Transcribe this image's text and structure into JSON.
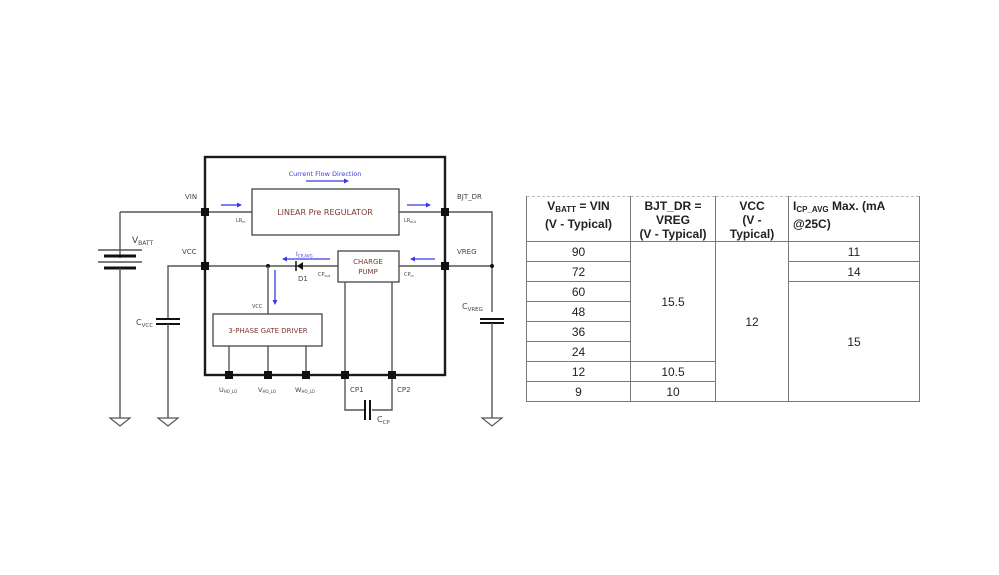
{
  "diagram": {
    "title_annotation": "Current Flow Direction",
    "blocks": {
      "linear_pre_regulator": "LINEAR Pre REGULATOR",
      "charge_pump": [
        "CHARGE",
        "PUMP"
      ],
      "gate_driver": "3-PHASE GATE DRIVER"
    },
    "pins": {
      "vin": "VIN",
      "vcc": "VCC",
      "bjt_dr": "BJT_DR",
      "vreg": "VREG",
      "cp1": "CP1",
      "cp2": "CP2",
      "vcc_driver": "VCC",
      "lr_in": "LR",
      "lr_in_sub": "in",
      "lr_out": "LR",
      "lr_out_sub": "out",
      "cp_in": "CP",
      "cp_in_sub": "in",
      "cp_out": "CP",
      "cp_out_sub": "out"
    },
    "components": {
      "diode": "D1",
      "battery": "V",
      "battery_sub": "BATT",
      "c_vcc": "C",
      "c_vcc_sub": "VCC",
      "c_vreg": "C",
      "c_vreg_sub": "VREG",
      "c_cp": "C",
      "c_cp_sub": "CP",
      "i_cp": "I",
      "i_cp_sub": "CP,AVG"
    },
    "outputs": {
      "u": "U",
      "u_sub": "HO_LO",
      "v": "V",
      "v_sub": "HO_LO",
      "w": "W",
      "w_sub": "HO_LO"
    },
    "colors": {
      "arrow": "#3a3ae0",
      "block_text": "#7a3b2e",
      "wire": "#555555",
      "frame": "#1a1a1a"
    }
  },
  "table": {
    "headers": {
      "col1_main": "V",
      "col1_sub": "BATT",
      "col1_rest": " = VIN",
      "col1_line2": "(V - Typical)",
      "col2_line1": "BJT_DR =",
      "col2_line2": "VREG",
      "col2_line3": "(V - Typical)",
      "col3_line1": "VCC",
      "col3_line2": "(V -",
      "col3_line3": "Typical)",
      "col4_main": "I",
      "col4_sub": "CP_AVG",
      "col4_rest": " Max.  (mA @25C)"
    },
    "vbatt": [
      "90",
      "72",
      "60",
      "48",
      "36",
      "24",
      "12",
      "9"
    ],
    "bjt_dr": [
      "15.5",
      "10.5",
      "10"
    ],
    "vcc": "12",
    "icp_avg": [
      "11",
      "14",
      "15"
    ]
  }
}
